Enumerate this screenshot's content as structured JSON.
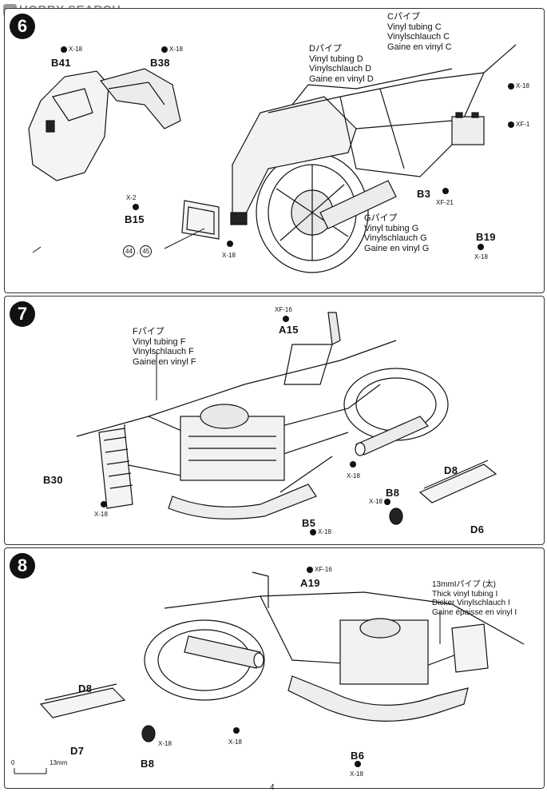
{
  "watermark": {
    "text": "HOBBY SEARCH",
    "logo": "H"
  },
  "steps": [
    {
      "number": "6",
      "vinyl_tubing": [
        {
          "title": "Cパイプ",
          "lines": [
            "Vinyl tubing C",
            "Vinylschlauch C",
            "Gaine en vinyl C"
          ]
        },
        {
          "title": "Dパイプ",
          "lines": [
            "Vinyl tubing D",
            "Vinylschlauch D",
            "Gaine en vinyl D"
          ]
        },
        {
          "title": "Gパイプ",
          "lines": [
            "Vinyl tubing G",
            "Vinylschlauch G",
            "Gaine en vinyl G"
          ]
        }
      ],
      "parts": [
        "B41",
        "B38",
        "B15",
        "B3",
        "B19"
      ],
      "screws": [
        "X-18",
        "X-18",
        "X-2",
        "X-18",
        "X-18",
        "XF-1",
        "XF-21",
        "X-18"
      ],
      "decals": [
        "44",
        "45"
      ]
    },
    {
      "number": "7",
      "vinyl_tubing": [
        {
          "title": "Fパイプ",
          "lines": [
            "Vinyl tubing F",
            "Vinylschlauch F",
            "Gaine en vinyl F"
          ]
        }
      ],
      "parts": [
        "A15",
        "B30",
        "B5",
        "B8",
        "D8",
        "D6"
      ],
      "screws": [
        "XF-16",
        "X-18",
        "X-18",
        "X-18",
        "X-18"
      ]
    },
    {
      "number": "8",
      "vinyl_tubing": [
        {
          "title": "13mmIパイプ (太)",
          "lines": [
            "Thick vinyl tubing I",
            "Dicker Vinylschlauch I",
            "Gaine épaisse en vinyl I"
          ]
        }
      ],
      "parts": [
        "A19",
        "D8",
        "D7",
        "B8",
        "B6"
      ],
      "screws": [
        "XF-16",
        "X-18",
        "X-18",
        "X-18"
      ],
      "scale": {
        "start": "0",
        "end": "13mm"
      }
    }
  ],
  "page_number": "4"
}
